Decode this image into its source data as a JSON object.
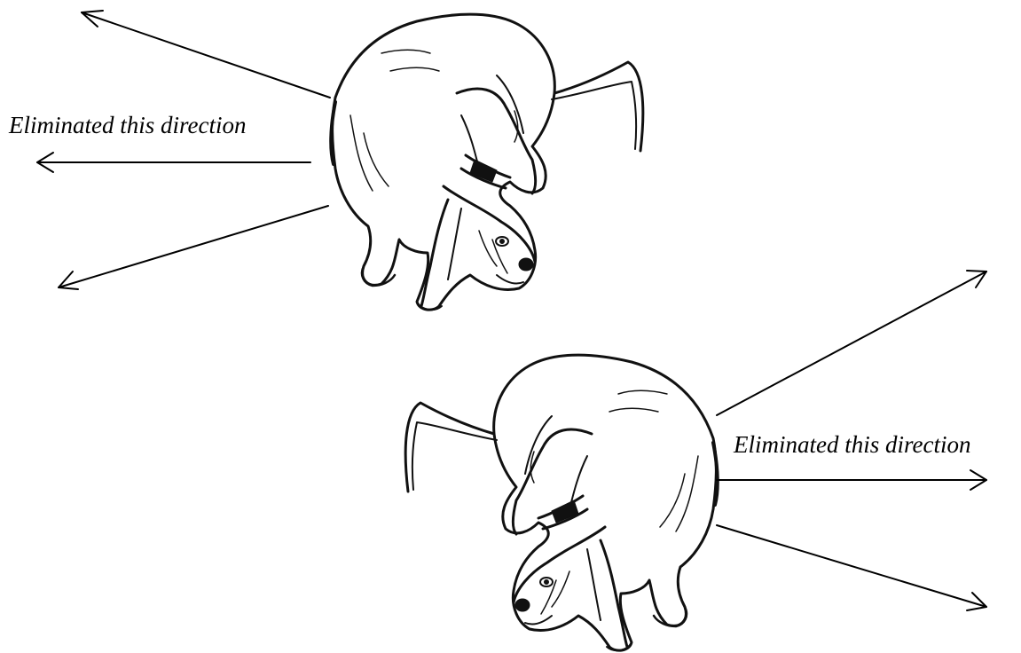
{
  "captions": {
    "top": "Eliminated this direction",
    "bottom": "Eliminated this direction"
  },
  "figures": [
    {
      "subject": "curled dog sketch",
      "facing": "head lower right, tail upper right",
      "arrows_point": "left"
    },
    {
      "subject": "curled dog sketch",
      "facing": "head lower left, tail upper left",
      "arrows_point": "right"
    }
  ],
  "colors": {
    "ink": "#000000",
    "background": "#ffffff"
  }
}
